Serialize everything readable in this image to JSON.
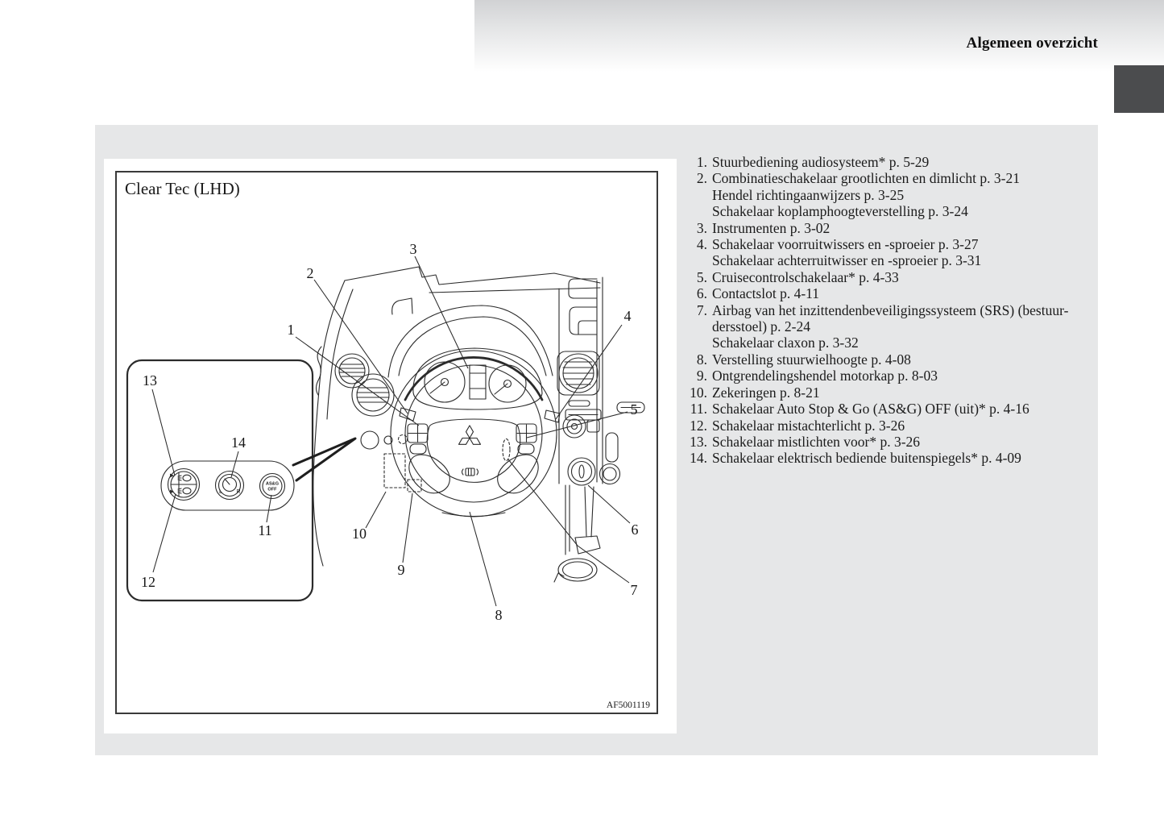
{
  "header": {
    "title": "Algemeen overzicht"
  },
  "figure": {
    "title": "Clear Tec (LHD)",
    "code": "AF5001119",
    "callouts": {
      "c1": "1",
      "c2": "2",
      "c3": "3",
      "c4": "4",
      "c5": "5",
      "c6": "6",
      "c7": "7",
      "c8": "8",
      "c9": "9",
      "c10": "10",
      "c11": "11",
      "c12": "12",
      "c13": "13",
      "c14": "14"
    },
    "inset": {
      "asg_line1": "AS&G",
      "asg_line2": "OFF",
      "mirror_left": "L",
      "mirror_right": "R"
    }
  },
  "legend": {
    "items": [
      {
        "num": "1.",
        "lines": [
          "Stuurbediening audiosysteem* p. 5-29"
        ]
      },
      {
        "num": "2.",
        "lines": [
          "Combinatieschakelaar grootlichten en dimlicht p. 3-21",
          "Hendel richtingaanwijzers p. 3-25",
          "Schakelaar koplamphoogteverstelling p. 3-24"
        ]
      },
      {
        "num": "3.",
        "lines": [
          "Instrumenten p. 3-02"
        ]
      },
      {
        "num": "4.",
        "lines": [
          "Schakelaar voorruitwissers en -sproeier p. 3-27",
          "Schakelaar achterruitwisser en -sproeier p. 3-31"
        ]
      },
      {
        "num": "5.",
        "lines": [
          "Cruisecontrolschakelaar* p. 4-33"
        ]
      },
      {
        "num": "6.",
        "lines": [
          "Contactslot p. 4-11"
        ]
      },
      {
        "num": "7.",
        "lines": [
          "Airbag van het inzittendenbeveiligingssysteem (SRS) (bestuur-",
          "dersstoel) p. 2-24",
          "Schakelaar claxon p. 3-32"
        ]
      },
      {
        "num": "8.",
        "lines": [
          "Verstelling stuurwielhoogte p. 4-08"
        ]
      },
      {
        "num": "9.",
        "lines": [
          "Ontgrendelingshendel motorkap p. 8-03"
        ]
      },
      {
        "num": "10.",
        "lines": [
          "Zekeringen p. 8-21"
        ]
      },
      {
        "num": "11.",
        "lines": [
          "Schakelaar Auto Stop & Go (AS&G) OFF (uit)* p. 4-16"
        ]
      },
      {
        "num": "12.",
        "lines": [
          "Schakelaar mistachterlicht p. 3-26"
        ]
      },
      {
        "num": "13.",
        "lines": [
          "Schakelaar mistlichten voor* p. 3-26"
        ]
      },
      {
        "num": "14.",
        "lines": [
          "Schakelaar elektrisch bediende buitenspiegels* p. 4-09"
        ]
      }
    ]
  },
  "colors": {
    "panel": "#e6e7e8",
    "tab": "#4b4c4e",
    "banner_top": "#d1d2d4",
    "line": "#2b2b2b"
  }
}
